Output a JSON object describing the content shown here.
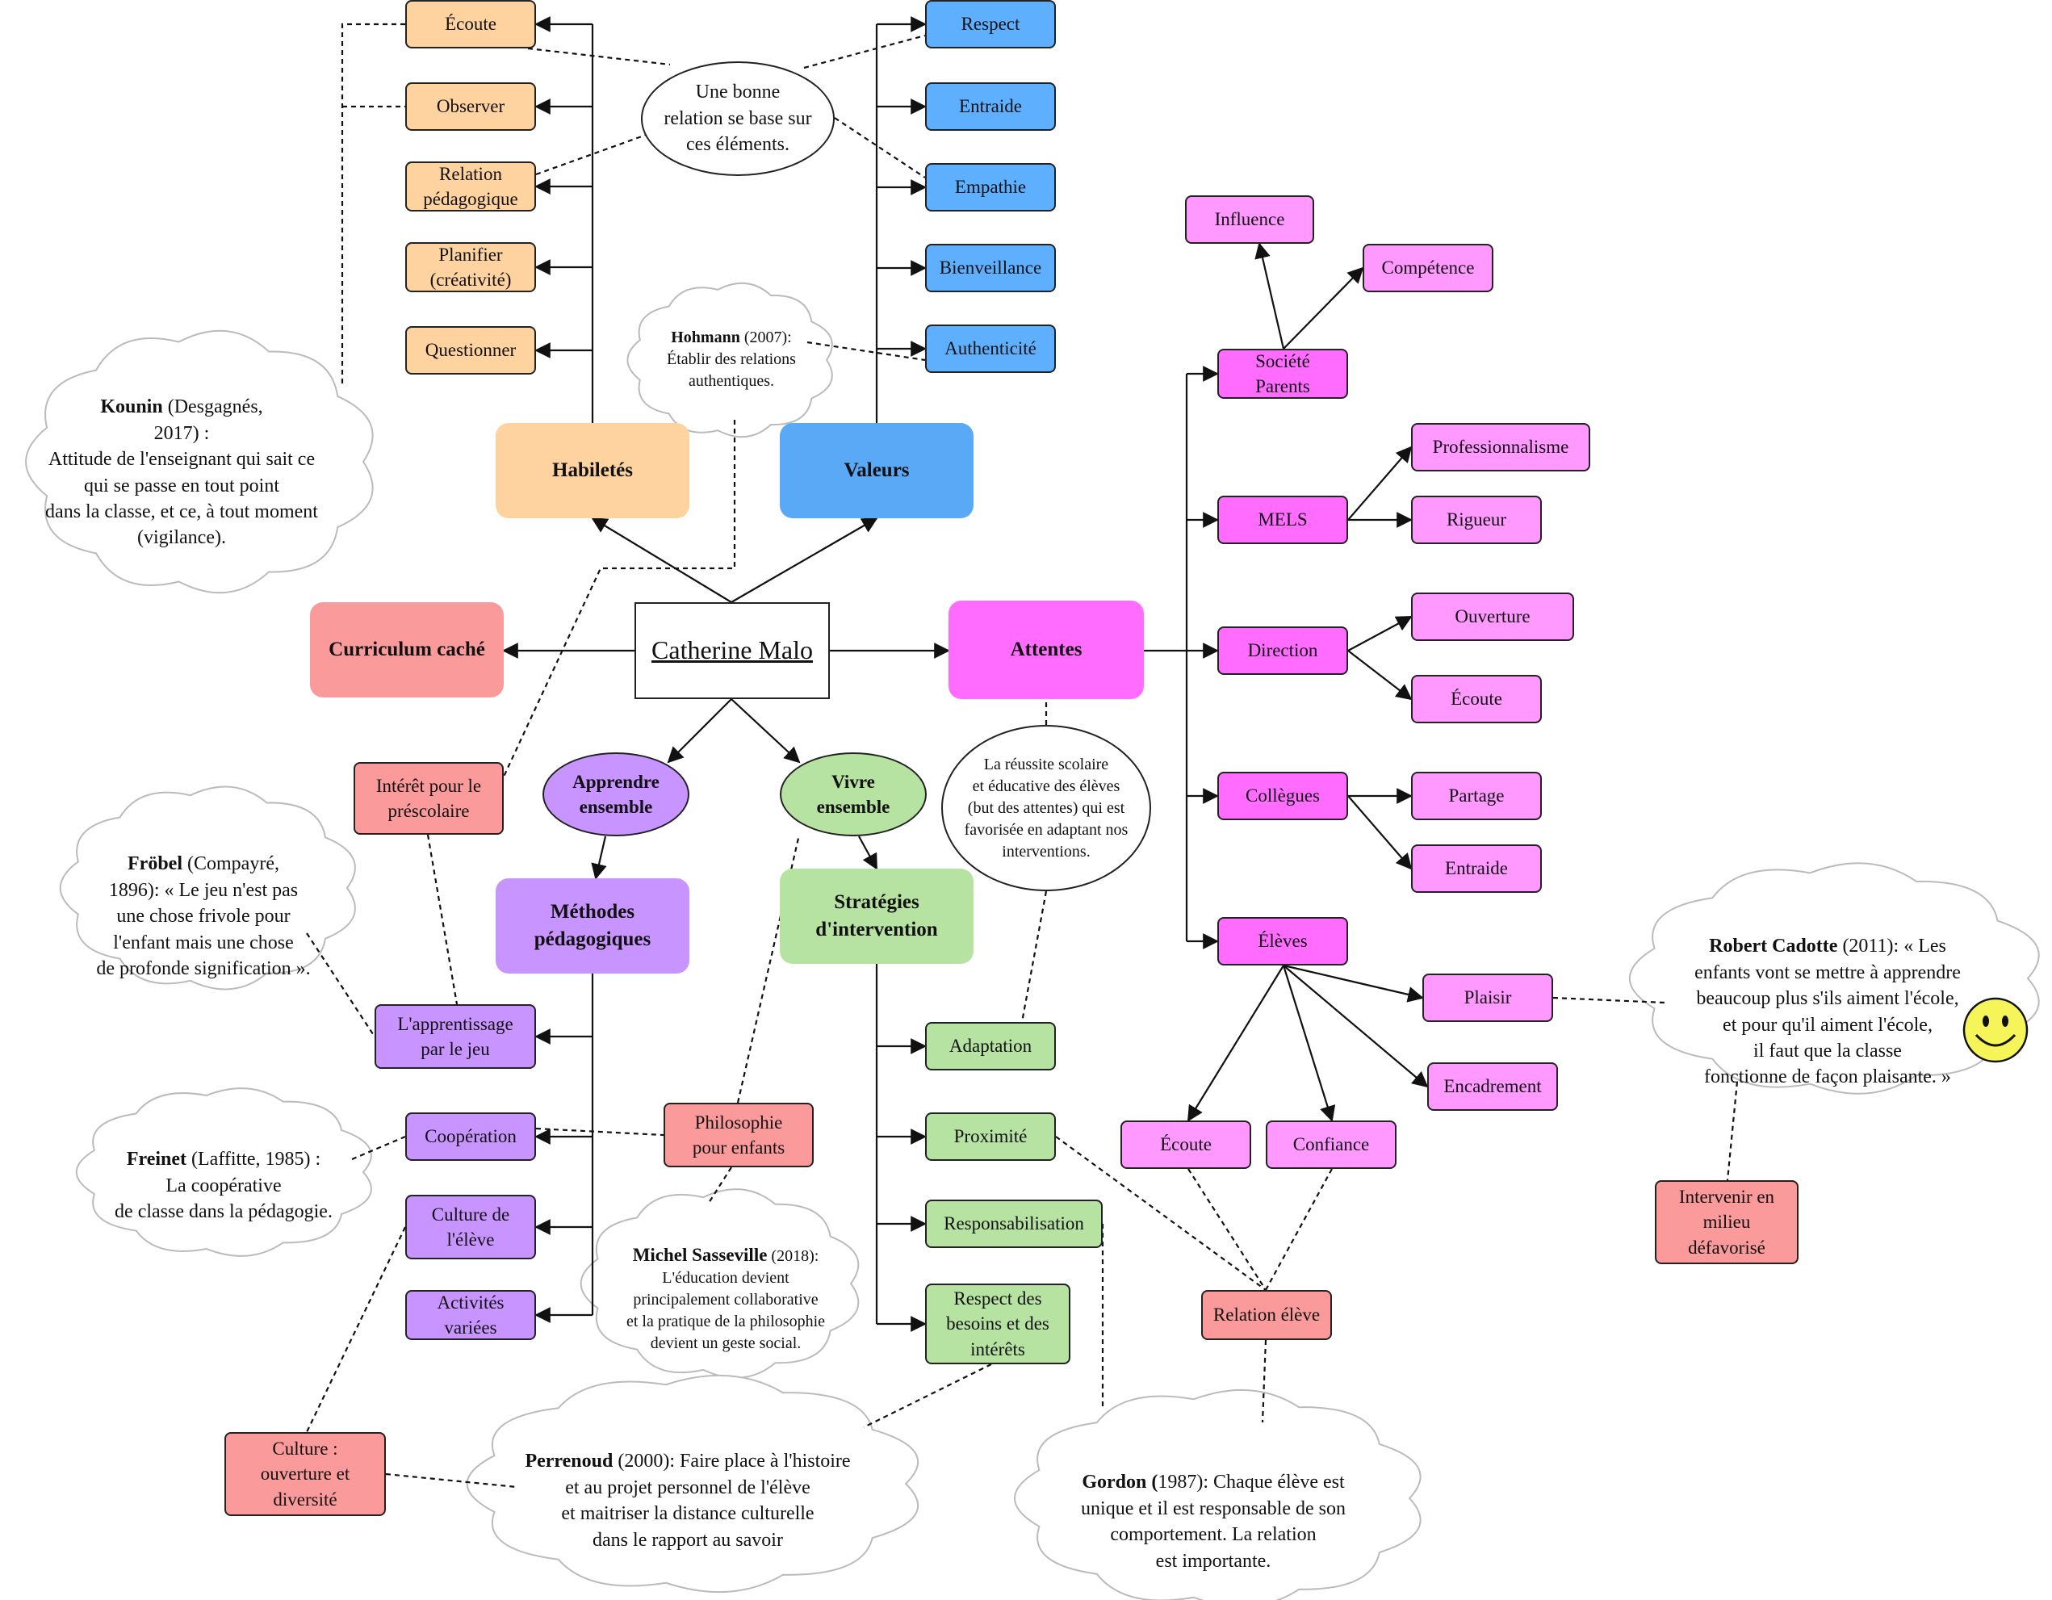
{
  "center": "Catherine Malo",
  "main": {
    "habiletes": "Habiletés",
    "valeurs": "Valeurs",
    "curriculum": "Curriculum caché",
    "attentes": "Attentes",
    "apprendre": "Apprendre\nensemble",
    "vivre": "Vivre\nensemble",
    "methodes": "Méthodes\npédagogiques",
    "strategies": "Stratégies\nd'intervention"
  },
  "habiletes_items": [
    "Écoute",
    "Observer",
    "Relation\npédagogique",
    "Planifier\n(créativité)",
    "Questionner"
  ],
  "valeurs_items": [
    "Respect",
    "Entraide",
    "Empathie",
    "Bienveillance",
    "Authenticité"
  ],
  "methodes_items": [
    "L'apprentissage\npar le jeu",
    "Coopération",
    "Culture de\nl'élève",
    "Activités\nvariées"
  ],
  "strategies_items": [
    "Adaptation",
    "Proximité",
    "Responsabilisation",
    "Respect des\nbesoins et des\nintérêts"
  ],
  "attentes_groups": {
    "societe": "Société\nParents",
    "influence": "Influence",
    "competence": "Compétence",
    "mels": "MELS",
    "professionnalisme": "Professionnalisme",
    "rigueur": "Rigueur",
    "direction": "Direction",
    "ouverture": "Ouverture",
    "ecoute_dir": "Écoute",
    "collegues": "Collègues",
    "partage": "Partage",
    "entraide": "Entraide",
    "eleves": "Élèves",
    "plaisir": "Plaisir",
    "encadrement": "Encadrement",
    "ecoute_el": "Écoute",
    "confiance": "Confiance"
  },
  "salmon_boxes": {
    "interet": "Intérêt pour le\npréscolaire",
    "philosophie": "Philosophie\npour enfants",
    "culture": "Culture :\nouverture et\ndiversité",
    "relation_eleve": "Relation élève",
    "intervenir": "Intervenir en\nmilieu\ndéfavorisé"
  },
  "notes": {
    "bonne_relation": "Une bonne\nrelation se base sur\nces éléments.",
    "hohmann_author": "Hohmann",
    "hohmann_text": " (2007):\nÉtablir des relations\nauthentiques.",
    "kounin_author": "Kounin",
    "kounin_text": " (Desgagnés,\n2017) :\nAttitude de l'enseignant qui sait ce\nqui se passe en tout point\ndans la classe, et ce, à tout moment\n(vigilance).",
    "reussite": "La réussite scolaire\net éducative des élèves\n(but des attentes) qui est\nfavorisée en adaptant nos\ninterventions.",
    "frobel_author": "Fröbel",
    "frobel_text": " (Compayré,\n1896): « Le jeu n'est pas\nune chose frivole pour\nl'enfant mais une chose\nde profonde signification ».",
    "freinet_author": "Freinet",
    "freinet_text": " (Laffitte, 1985) :\nLa coopérative\nde classe dans la pédagogie.",
    "sasseville_author": "Michel Sasseville",
    "sasseville_text": " (2018):\nL'éducation devient\nprincipalement collaborative\net la pratique de la philosophie\ndevient un geste social.",
    "perrenoud_author": "Perrenoud",
    "perrenoud_text": " (2000): Faire place à l'histoire\net au projet personnel de l'élève\net maitriser la distance culturelle\ndans le rapport au savoir",
    "gordon_author": "Gordon (",
    "gordon_text": "1987): Chaque élève est\nunique et il est responsable de son\ncomportement. La relation\nest importante.",
    "cadotte_author": "Robert Cadotte",
    "cadotte_text": " (2011): « Les\nenfants vont se mettre à apprendre\nbeaucoup plus s'ils aiment l'école,\net pour qu'il aiment l'école,\nil faut que la classe\nfonctionne de façon plaisante. »"
  },
  "colors": {
    "orange": "#ffd3a0",
    "blue": "#5eb0ff",
    "magenta": "#ff6cff",
    "pink": "#ff98ff",
    "salmon": "#fa9a9a",
    "purple": "#c894ff",
    "green": "#b6e2a2",
    "smiley": "#f5f55a"
  },
  "icons": [
    "smiley-face-icon",
    "thought-cloud"
  ]
}
